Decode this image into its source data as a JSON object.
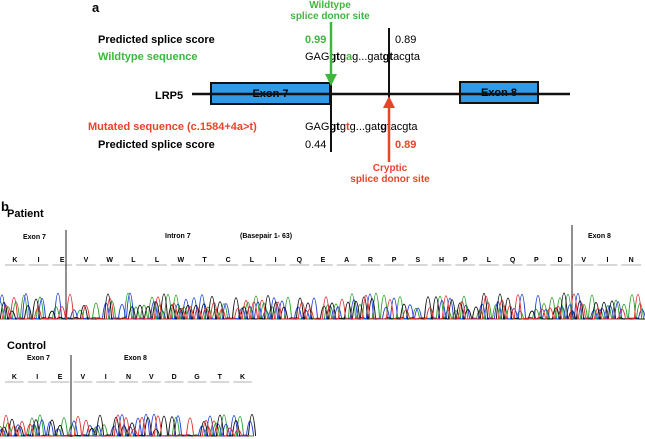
{
  "panel_a": {
    "label": "a",
    "wildtype_site": [
      "Wildtype",
      "splice donor site"
    ],
    "cryptic_site": [
      "Cryptic",
      "splice donor site"
    ],
    "predicted_score_label": "Predicted splice score",
    "wildtype_sequence_label": "Wildtype sequence",
    "mutated_sequence_label": "Mutated sequence (c.1584+4a>t)",
    "gene_label": "LRP5",
    "exon7_label": "Exon 7",
    "exon8_label": "Exon 8",
    "wt_score_1": "0.99",
    "wt_score_2": "0.89",
    "mut_score_1": "0.44",
    "mut_score_2": "0.89",
    "colors": {
      "exon": "#2f9ae8",
      "wildtype": "#3cb93c",
      "mutated": "#e8442a"
    }
  },
  "panel_b": {
    "label": "b",
    "patient": {
      "title": "Patient",
      "exon7": "Exon 7",
      "intron7": "Intron 7",
      "basepair": "(Basepair 1- 63)",
      "exon8": "Exon 8",
      "amino_acids": [
        "K",
        "I",
        "E",
        "V",
        "W",
        "L",
        "L",
        "W",
        "T",
        "C",
        "L",
        "I",
        "Q",
        "E",
        "A",
        "R",
        "P",
        "S",
        "H",
        "P",
        "L",
        "Q",
        "P",
        "D",
        "V",
        "I",
        "N"
      ]
    },
    "control": {
      "title": "Control",
      "exon7": "Exon 7",
      "exon8": "Exon 8",
      "amino_acids": [
        "K",
        "I",
        "E",
        "V",
        "I",
        "N",
        "V",
        "D",
        "G",
        "T",
        "K"
      ]
    }
  }
}
